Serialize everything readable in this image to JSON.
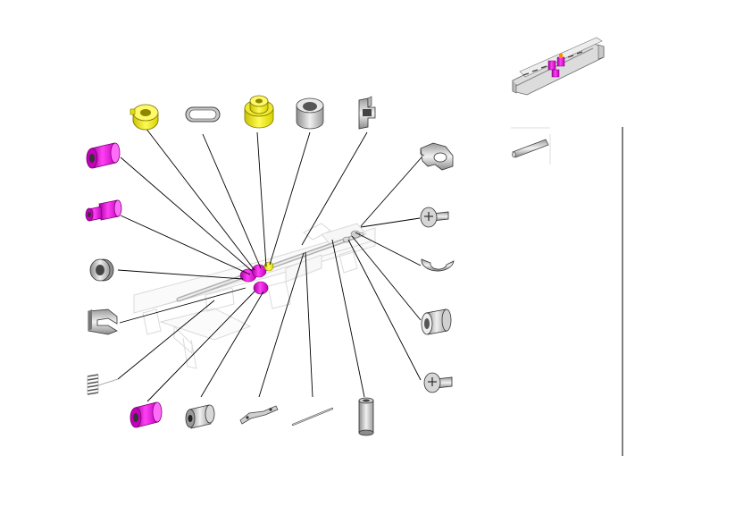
{
  "figure": {
    "type": "exploded-parts-diagram",
    "inset": "assembly-overview-thumbnail",
    "detail": "shaft-part-thumbnail"
  },
  "colors": {
    "magenta": "#e81ee0",
    "magenta_dark": "#a3009c",
    "yellow": "#f2ee2a",
    "yellow_dark": "#b3ac00",
    "gray_light": "#dedede",
    "gray_mid": "#a8a8a8",
    "gray_dark": "#555555",
    "line": "#000000",
    "ghost": "#cfcfcf"
  },
  "parts": [
    {
      "id": "yellow-gear-ring",
      "icon": "yellow-flanged-gear"
    },
    {
      "id": "oval-belt-loop",
      "icon": "oval-ring"
    },
    {
      "id": "yellow-stepped-gear",
      "icon": "yellow-stepped-gear"
    },
    {
      "id": "gray-bushing-top",
      "icon": "bushing"
    },
    {
      "id": "sensor-bracket",
      "icon": "bracket"
    },
    {
      "id": "magenta-roller-large",
      "icon": "magenta-roller"
    },
    {
      "id": "magenta-roller-stepped",
      "icon": "magenta-stepped-roller"
    },
    {
      "id": "gray-washer-ring",
      "icon": "ring"
    },
    {
      "id": "gray-clip-bracket",
      "icon": "clip"
    },
    {
      "id": "compression-spring",
      "icon": "spring"
    },
    {
      "id": "magenta-roller-bottom",
      "icon": "magenta-roller"
    },
    {
      "id": "gray-cam-gear",
      "icon": "cam"
    },
    {
      "id": "small-lever-arm",
      "icon": "lever"
    },
    {
      "id": "thin-pin-rod",
      "icon": "pin"
    },
    {
      "id": "gray-sleeve-tube",
      "icon": "sleeve"
    },
    {
      "id": "latch-plate",
      "icon": "latch"
    },
    {
      "id": "shoulder-screw-top",
      "icon": "screw"
    },
    {
      "id": "e-ring-clip",
      "icon": "e-ring"
    },
    {
      "id": "gray-bushing-right",
      "icon": "bushing"
    },
    {
      "id": "shoulder-screw-bottom",
      "icon": "screw"
    }
  ]
}
